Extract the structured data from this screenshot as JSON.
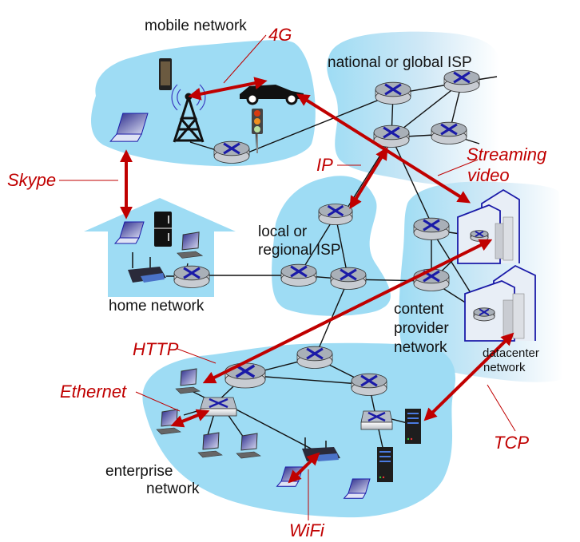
{
  "title": "Internet protocol overview: access networks, ISPs and protocols",
  "colors": {
    "cloud": "#9edcf4",
    "protocol_text": "#c00000",
    "arrow": "#c00000",
    "router_top": "#a9b0b8",
    "router_x": "#1a1aa8",
    "link": "#111111",
    "building_outline": "#1a1aa8"
  },
  "networks": {
    "mobile": "mobile network",
    "national_isp": "national or global ISP",
    "local_isp_line1": "local or",
    "local_isp_line2": "regional ISP",
    "home": "home network",
    "content_line1": "content",
    "content_line2": "provider",
    "content_line3": "network",
    "datacenter_line1": "datacenter",
    "datacenter_line2": "network",
    "enterprise_line1": "enterprise",
    "enterprise_line2": "network"
  },
  "protocols": {
    "fourg": "4G",
    "streaming_line1": "Streaming",
    "streaming_line2": "video",
    "ip": "IP",
    "skype": "Skype",
    "http": "HTTP",
    "ethernet": "Ethernet",
    "tcp": "TCP",
    "wifi": "WiFi"
  },
  "devices": {
    "routers": [
      "mobile-router",
      "national-router-1",
      "national-router-2",
      "national-router-3",
      "national-router-4",
      "local-router-top",
      "local-router-left",
      "local-router-right",
      "home-router",
      "content-router-top",
      "content-router-bottom",
      "enterprise-router-left",
      "enterprise-router-top",
      "enterprise-router-right"
    ],
    "switches": [
      "enterprise-switch-left",
      "enterprise-switch-right"
    ],
    "hosts": [
      "smartphone",
      "laptop-mobile",
      "car",
      "traffic-light",
      "cell-tower",
      "laptop-home",
      "fridge",
      "desktop-home",
      "wifi-ap-home",
      "desktop-ent-1",
      "desktop-ent-2",
      "desktop-ent-3",
      "desktop-ent-4",
      "wifi-ap-ent",
      "laptop-ent-1",
      "laptop-ent-2",
      "server-ent-1",
      "server-ent-2",
      "datacenter-1",
      "datacenter-2"
    ]
  }
}
